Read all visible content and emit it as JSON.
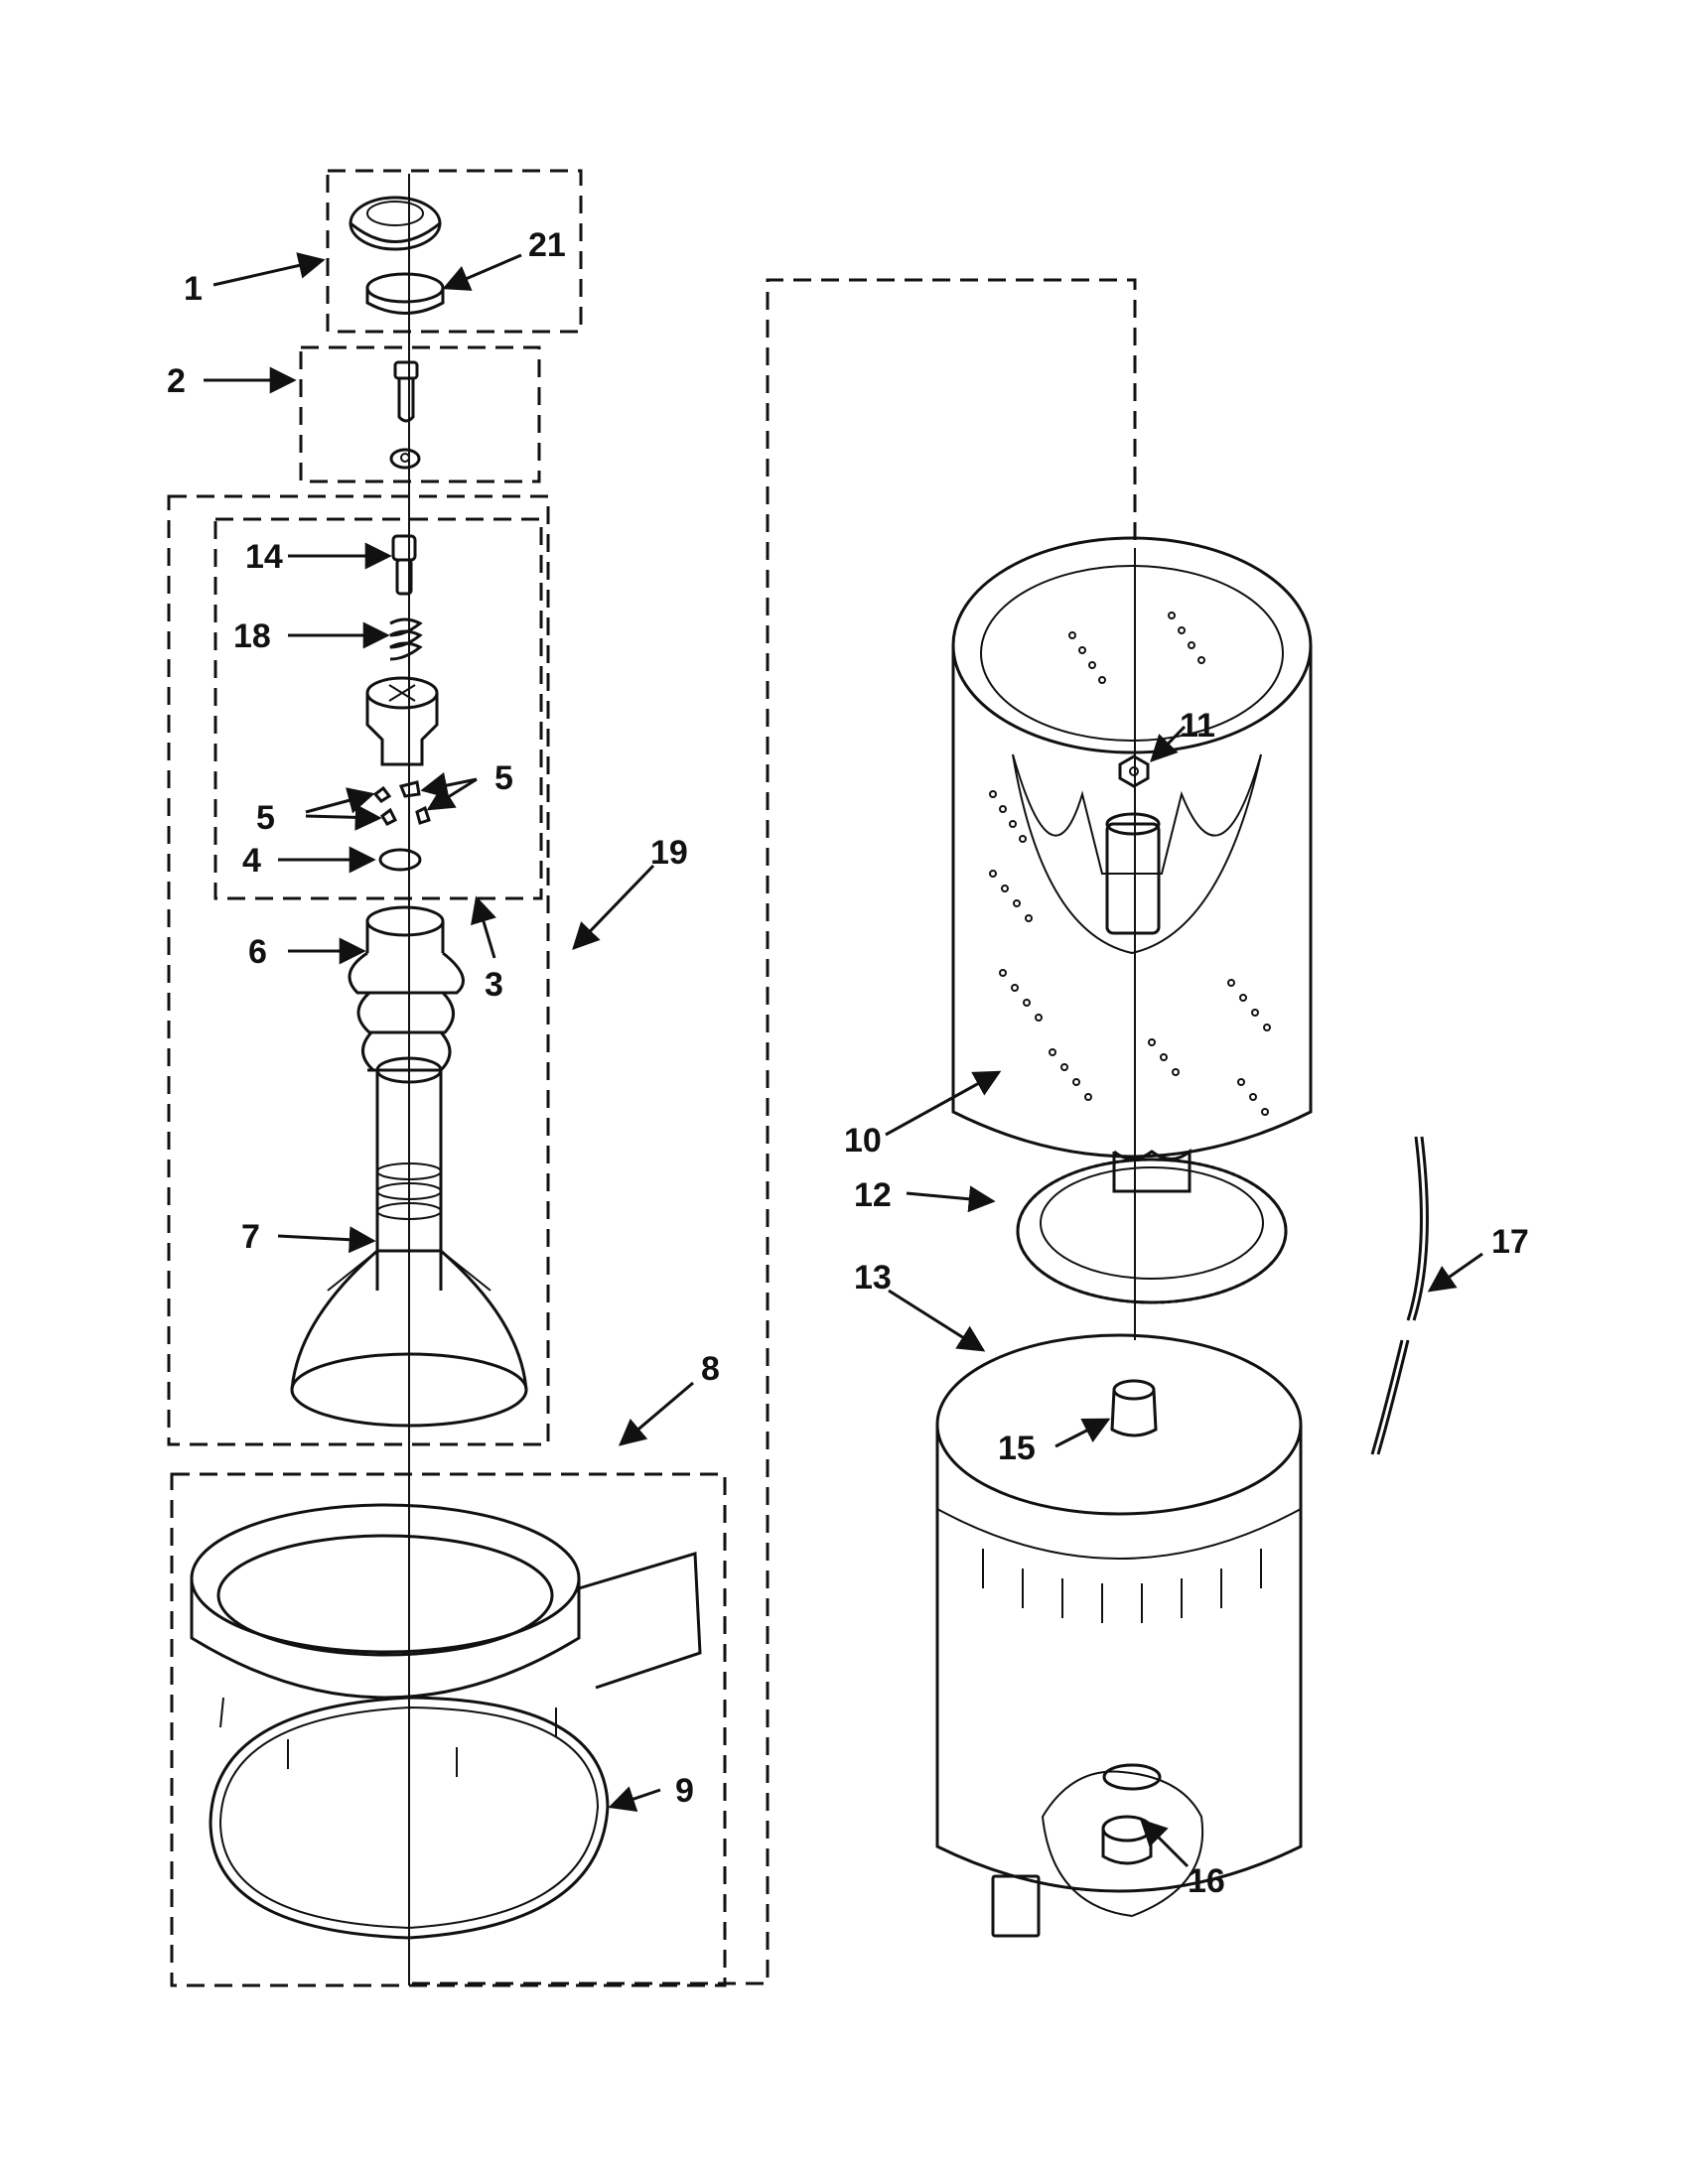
{
  "diagram": {
    "colors": {
      "ink": "#111111",
      "paper": "#ffffff"
    },
    "callouts": {
      "c1": "1",
      "c2": "2",
      "c3": "3",
      "c4": "4",
      "c5a": "5",
      "c5b": "5",
      "c6": "6",
      "c7": "7",
      "c8": "8",
      "c9": "9",
      "c10": "10",
      "c11": "11",
      "c12": "12",
      "c13": "13",
      "c14": "14",
      "c15": "15",
      "c16": "16",
      "c17": "17",
      "c18": "18",
      "c19": "19",
      "c21": "21"
    }
  }
}
